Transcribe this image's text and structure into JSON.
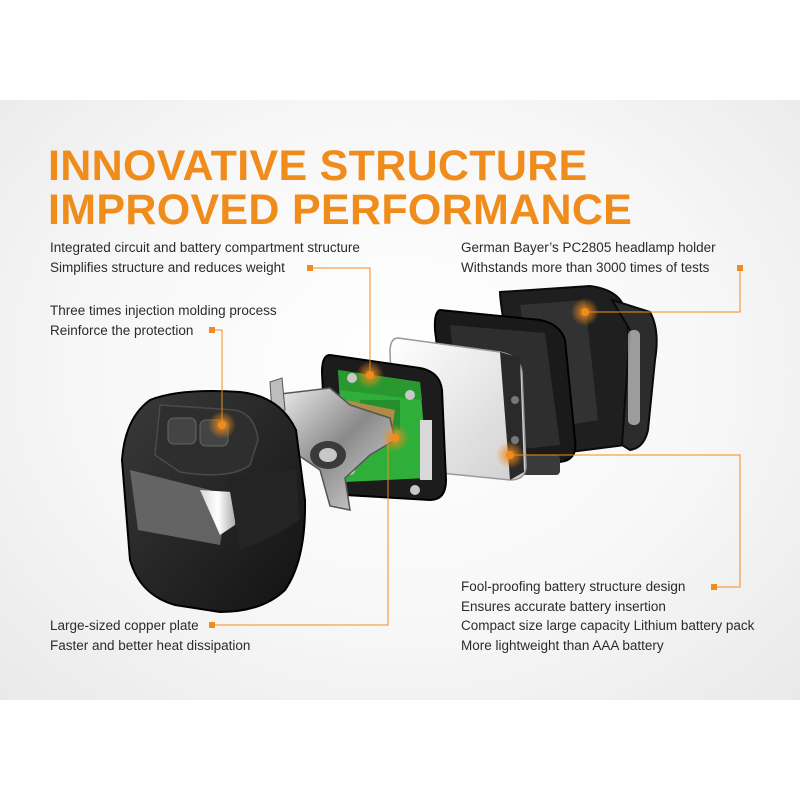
{
  "headline": {
    "line1": "INNOVATIVE STRUCTURE",
    "line2": "IMPROVED PERFORMANCE"
  },
  "colors": {
    "accent": "#f08c1c",
    "text": "#2b2b2b",
    "pcb": "#2fae3a"
  },
  "callouts": {
    "circuit": {
      "line1": "Integrated circuit and battery compartment structure",
      "line2": "Simplifies structure and reduces weight"
    },
    "molding": {
      "line1": "Three times injection molding process",
      "line2": "Reinforce the protection"
    },
    "holder": {
      "line1": "German Bayer’s PC2805 headlamp holder",
      "line2": "Withstands more than 3000 times of tests"
    },
    "copper": {
      "line1": "Large-sized copper plate",
      "line2": "Faster and better heat dissipation"
    },
    "battery": {
      "line1": "Fool-proofing battery structure design",
      "line2": "Ensures accurate battery insertion",
      "line3": "Compact size large capacity Lithium battery pack",
      "line4": "More lightweight than AAA battery"
    }
  }
}
